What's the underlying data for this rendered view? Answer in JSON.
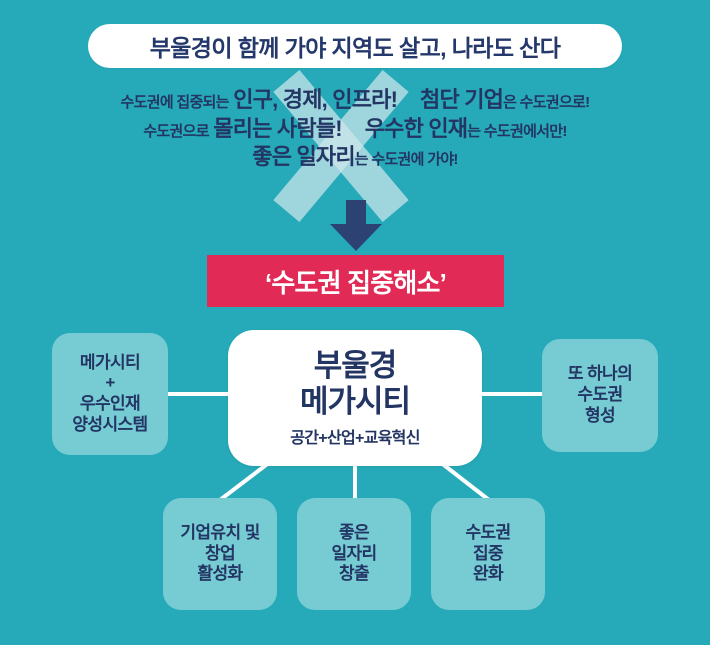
{
  "headline": {
    "text": "부울경이 함께 가야 지역도 살고, 나라도 산다"
  },
  "subhead": {
    "line1_a": "수도권에 집중되는",
    "line1_b": "인구, 경제, 인프라!",
    "line1_c": "첨단 기업",
    "line1_d": "은 수도권으로!",
    "line2_a": "수도권으로",
    "line2_b": "몰리는 사람들!",
    "line2_c": "우수한 인재",
    "line2_d": "는 수도권에서만!",
    "line3_a": "좋은 일자리",
    "line3_b": "는 수도권에 가야!"
  },
  "arrow": {
    "icon": "arrow-down-icon",
    "color": "#2b4272"
  },
  "banner": {
    "text": "‘수도권 집중해소’",
    "background": "#e12a55",
    "text_color": "#ffffff"
  },
  "center": {
    "title": "부울경\n메가시티",
    "subtitle": "공간+산업+교육혁신"
  },
  "nodes": {
    "left": "메가시티\n+\n우수인재\n양성시스템",
    "right": "또 하나의\n수도권\n형성",
    "bottom1": "기업유치 및\n창업\n활성화",
    "bottom2": "좋은\n일자리\n창출",
    "bottom3": "수도권\n집중\n완화"
  },
  "colors": {
    "background": "#26aab9",
    "node": "#77ccd4",
    "navy": "#233563",
    "pink": "#e12a55",
    "white": "#ffffff",
    "x_mark": "#cfe7ec"
  }
}
